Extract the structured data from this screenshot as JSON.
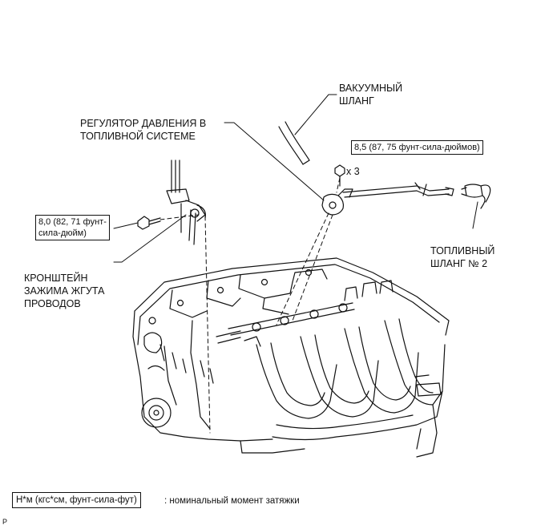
{
  "labels": {
    "vacuum_hose_line1": "ВАКУУМНЫЙ",
    "vacuum_hose_line2": "ШЛАНГ",
    "regulator_line1": "РЕГУЛЯТОР ДАВЛЕНИЯ В",
    "regulator_line2": "ТОПЛИВНОЙ СИСТЕМЕ",
    "bracket_line1": "КРОНШТЕЙН",
    "bracket_line2": "ЗАЖИМА ЖГУТА",
    "bracket_line3": "ПРОВОДОВ",
    "fuel_hose_line1": "ТОПЛИВНЫЙ",
    "fuel_hose_line2": "ШЛАНГ № 2",
    "qty_x3": "x 3"
  },
  "torque": {
    "regulator": "8,5 (87, 75 фунт-сила-дюймов)",
    "bracket_line1": "8,0 (82, 71 фунт-",
    "bracket_line2": "сила-дюйм)"
  },
  "legend": {
    "key": "Н*м (кгс*см, фунт-сила-фут)",
    "description": ": номинальный момент затяжки"
  },
  "corner_mark": "P",
  "colors": {
    "line": "#111111",
    "background": "#ffffff"
  }
}
